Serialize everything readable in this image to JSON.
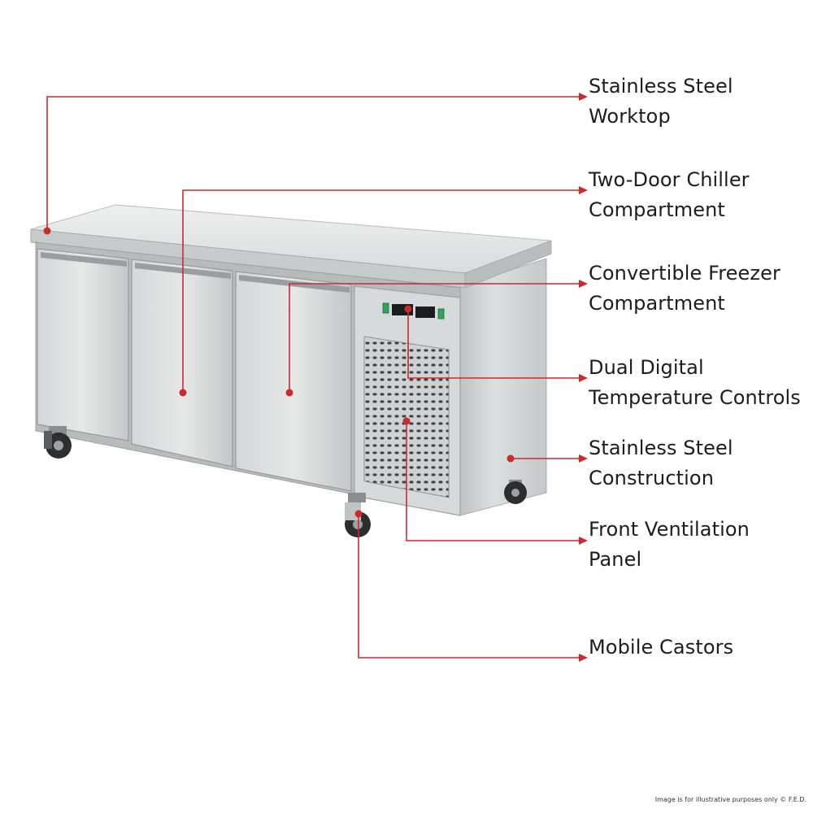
{
  "colors": {
    "callout": "#cc2b2b",
    "steel_light": "#e4e6e6",
    "steel_mid": "#c6c9ca",
    "steel_dark": "#8f9395",
    "text": "#1d1d1d"
  },
  "callouts": [
    {
      "id": "worktop",
      "lines": [
        "Stainless Steel",
        "Worktop"
      ]
    },
    {
      "id": "chiller",
      "lines": [
        "Two-Door Chiller",
        "Compartment"
      ]
    },
    {
      "id": "freezer",
      "lines": [
        "Convertible Freezer",
        "Compartment"
      ]
    },
    {
      "id": "controls",
      "lines": [
        "Dual Digital",
        "Temperature Controls"
      ]
    },
    {
      "id": "construction",
      "lines": [
        "Stainless Steel",
        "Construction"
      ]
    },
    {
      "id": "ventilation",
      "lines": [
        "Front Ventilation",
        "Panel"
      ]
    },
    {
      "id": "castors",
      "lines": [
        "Mobile Castors"
      ]
    }
  ],
  "footnote": "Image is for illustrative purposes only  © F.E.D."
}
